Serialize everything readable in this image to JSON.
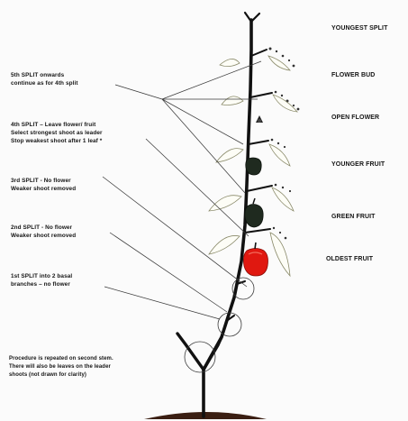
{
  "stage_labels": [
    {
      "id": "youngest-split",
      "text": "YOUNGEST SPLIT"
    },
    {
      "id": "flower-bud",
      "text": "FLOWER BUD"
    },
    {
      "id": "open-flower",
      "text": "OPEN FLOWER"
    },
    {
      "id": "younger-fruit",
      "text": "YOUNGER FRUIT"
    },
    {
      "id": "green-fruit",
      "text": "GREEN FRUIT"
    },
    {
      "id": "oldest-fruit",
      "text": "OLDEST FRUIT"
    }
  ],
  "split_notes": [
    {
      "id": "split-5",
      "lines": [
        "5th SPLIT onwards",
        "continue as for 4th split"
      ]
    },
    {
      "id": "split-4",
      "lines": [
        "4th SPLIT – Leave flower/ fruit",
        "Select strongest shoot as leader",
        "Stop weakest shoot after 1 leaf *"
      ]
    },
    {
      "id": "split-3",
      "lines": [
        "3rd SPLIT - No flower",
        "Weaker shoot removed"
      ]
    },
    {
      "id": "split-2",
      "lines": [
        "2nd SPLIT - No flower",
        "Weaker shoot removed"
      ]
    },
    {
      "id": "split-1",
      "lines": [
        "1st SPLIT into 2 basal",
        "branches – no flower"
      ]
    }
  ],
  "footnote": {
    "lines": [
      "Procedure is repeated on second stem.",
      "There will also be leaves on the leader",
      "shoots (not drawn for clarity)"
    ]
  },
  "colors": {
    "stem": "#111111",
    "leaf_outline": "#8a8a6a",
    "green_fruit": "#1f2a1f",
    "red_fruit": "#e01810",
    "pointer_line": "#3a3a3a",
    "circle_marker": "#3a3a3a",
    "soil": "#3a1e12"
  }
}
